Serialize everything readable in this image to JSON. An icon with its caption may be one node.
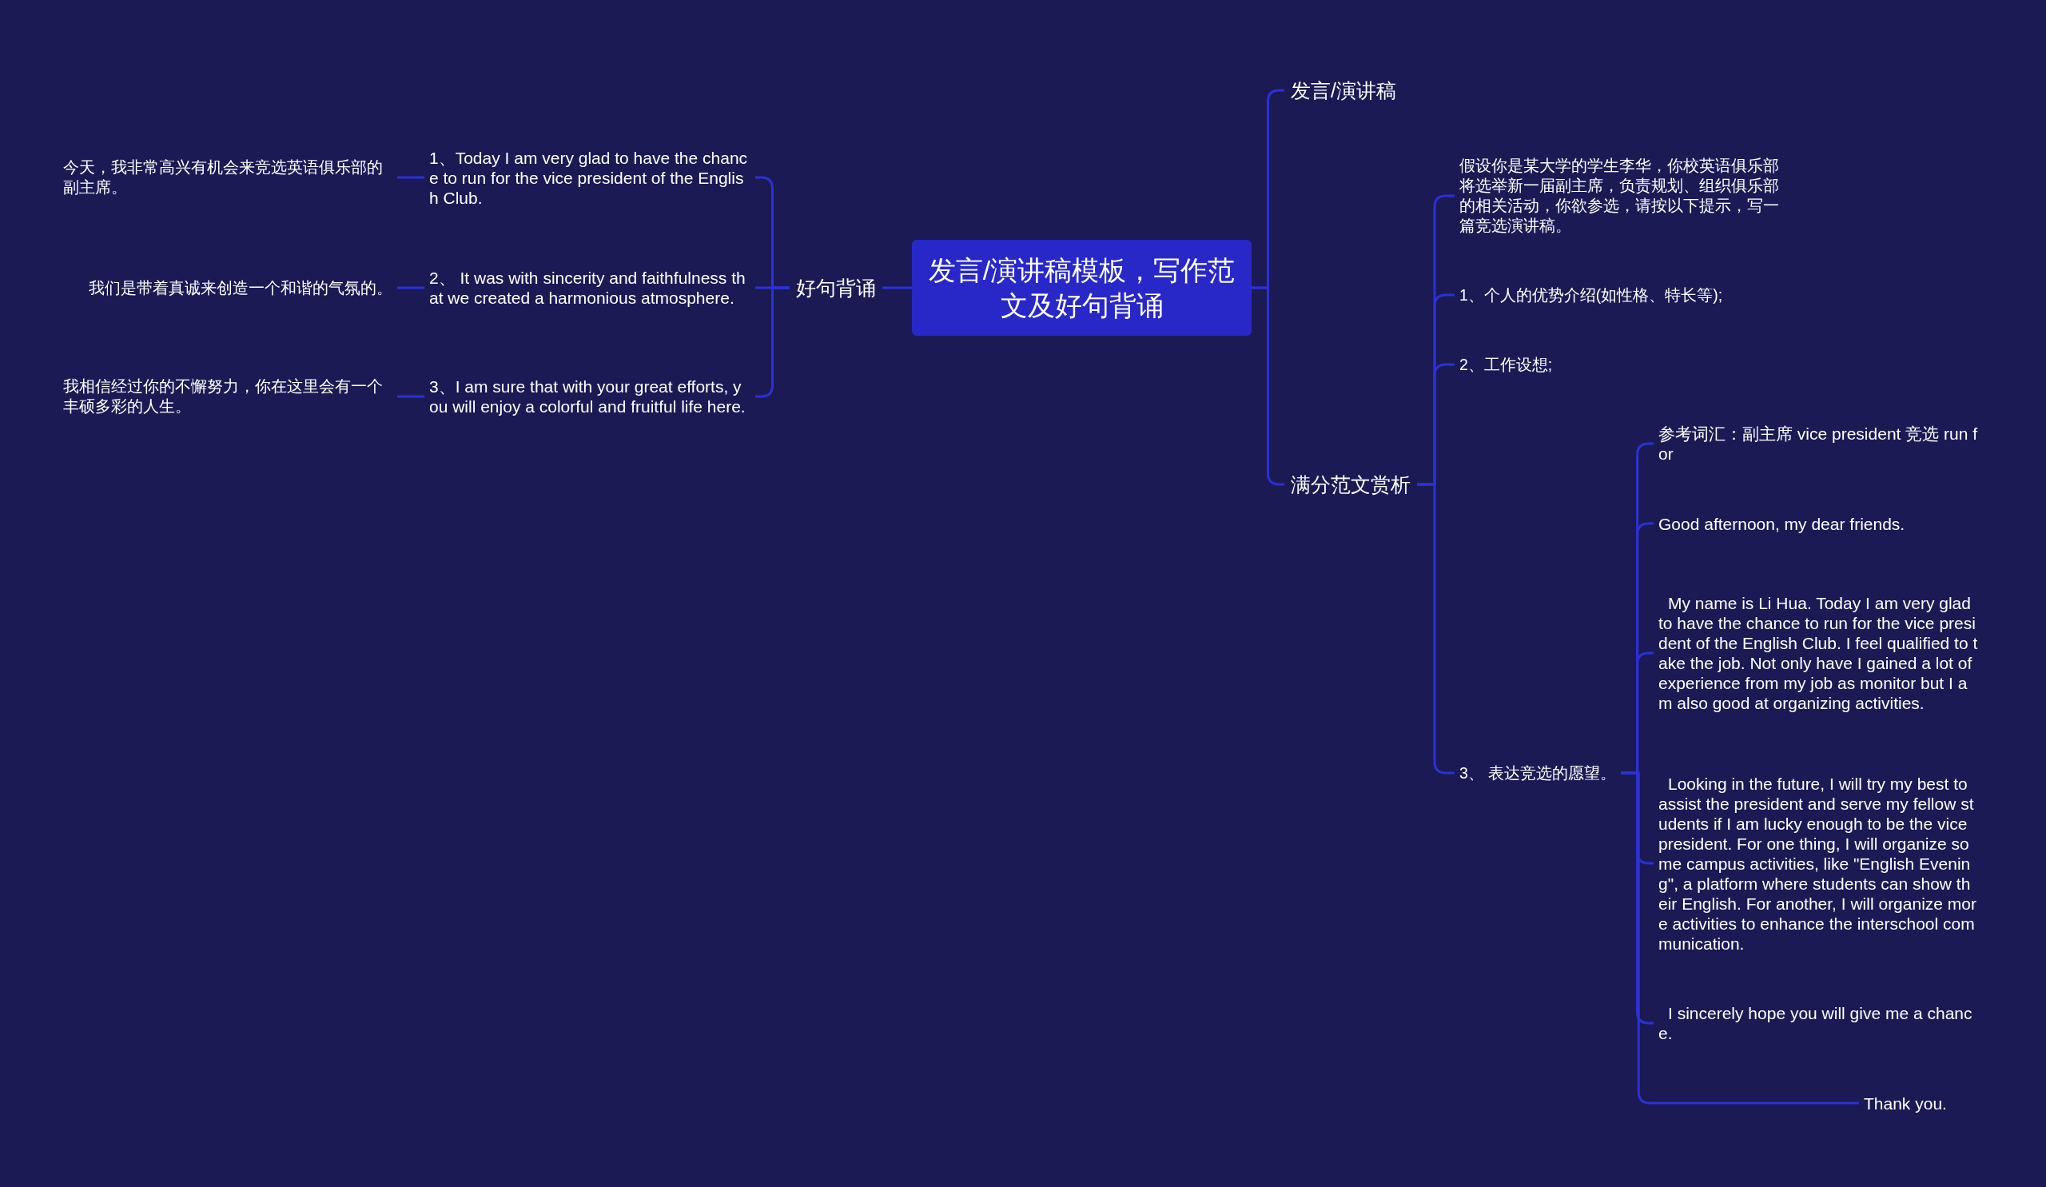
{
  "diagram": {
    "nodes": [
      {
        "text": [
          "发言/演讲稿模板，写作范文及好句背诵"
        ]
      },
      {
        "text": [
          "好句背诵"
        ]
      },
      {
        "text": [
          "1、Today I am very glad to have the chance to run for the vice president of the English Club."
        ]
      },
      {
        "text": [
          "今天，我非常高兴有机会来竞选英语俱乐部的副主席。"
        ]
      },
      {
        "text": [
          "2、 It was with sincerity and faithfulness that we created a harmonious atmosphere."
        ]
      },
      {
        "text": [
          "我们是带着真诚来创造一个和谐的气氛的。"
        ]
      },
      {
        "text": [
          "3、I am sure that with your great efforts, you will enjoy a colorful and fruitful life here."
        ]
      },
      {
        "text": [
          "我相信经过你的不懈努力，你在这里会有一个丰硕多彩的人生。"
        ]
      },
      {
        "text": [
          "发言/演讲稿"
        ]
      },
      {
        "text": [
          "满分范文赏析"
        ]
      },
      {
        "text": [
          "假设你是某大学的学生李华，你校英语俱乐部将选举新一届副主席，负责规划、组织俱乐部的相关活动，你欲参选，请按以下提示，写一篇竞选演讲稿。"
        ]
      },
      {
        "text": [
          "1、个人的优势介绍(如性格、特长等);"
        ]
      },
      {
        "text": [
          "2、工作设想;"
        ]
      },
      {
        "text": [
          "3、 表达竞选的愿望。"
        ]
      },
      {
        "text": [
          "参考词汇：副主席 vice president 竞选 run for"
        ]
      },
      {
        "text": [
          "Good afternoon, my dear friends."
        ]
      },
      {
        "text": [
          "My name is Li Hua. Today I am very glad to have the chance to run for the vice president of the English Club. I feel qualified to take the job. Not only have I gained a lot of experience from my job as monitor but I am also good at organizing activities."
        ]
      },
      {
        "text": [
          "Looking in the future, I will try my best to assist the president and serve my fellow students if I am lucky enough to be the vice president. For one thing, I will organize some campus activities, like \"English Evening\", a platform where students can show their English. For another, I will organize more activities to enhance the interschool communication."
        ]
      },
      {
        "text": [
          "I sincerely hope you will give me a chance."
        ]
      },
      {
        "text": [
          "Thank you."
        ]
      }
    ],
    "edges": [
      {
        "from": 0,
        "to": 1,
        "arrow": "none"
      },
      {
        "from": 1,
        "to": 2,
        "arrow": "none"
      },
      {
        "from": 2,
        "to": 3,
        "arrow": "none"
      },
      {
        "from": 1,
        "to": 4,
        "arrow": "none"
      },
      {
        "from": 4,
        "to": 5,
        "arrow": "none"
      },
      {
        "from": 1,
        "to": 6,
        "arrow": "none"
      },
      {
        "from": 6,
        "to": 7,
        "arrow": "none"
      },
      {
        "from": 0,
        "to": 8,
        "arrow": "none"
      },
      {
        "from": 0,
        "to": 9,
        "arrow": "none"
      },
      {
        "from": 9,
        "to": 10,
        "arrow": "none"
      },
      {
        "from": 9,
        "to": 11,
        "arrow": "none"
      },
      {
        "from": 9,
        "to": 12,
        "arrow": "none"
      },
      {
        "from": 9,
        "to": 13,
        "arrow": "none"
      },
      {
        "from": 13,
        "to": 14,
        "arrow": "none"
      },
      {
        "from": 13,
        "to": 15,
        "arrow": "none"
      },
      {
        "from": 13,
        "to": 16,
        "arrow": "none"
      },
      {
        "from": 13,
        "to": 17,
        "arrow": "none"
      },
      {
        "from": 13,
        "to": 18,
        "arrow": "none"
      },
      {
        "from": 13,
        "to": 19,
        "arrow": "none"
      }
    ]
  }
}
